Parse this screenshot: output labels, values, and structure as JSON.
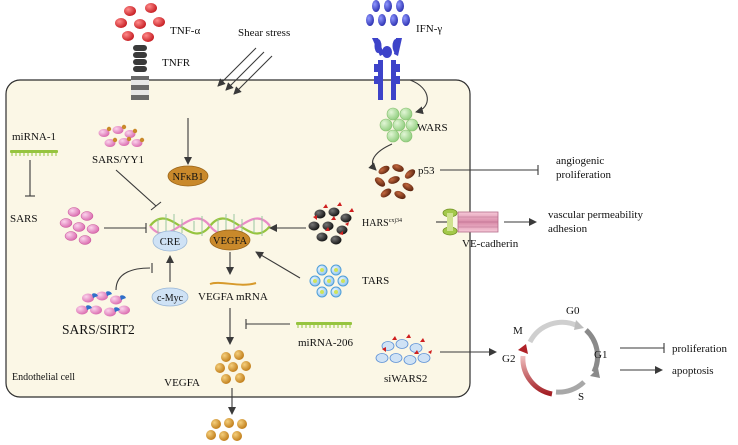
{
  "labels": {
    "tnf_alpha": "TNF-α",
    "tnfr": "TNFR",
    "shear_stress": "Shear stress",
    "ifn_gamma": "IFN-γ",
    "wars": "WARS",
    "p53": "p53",
    "angiogenic": "angiogenic",
    "proliferation_1": "proliferation",
    "mirna1": "miRNA-1",
    "sars_yy1": "SARS/YY1",
    "sars": "SARS",
    "nfkb1": "NFκB1",
    "cre": "CRE",
    "vegfa_gene": "VEGFA",
    "hars": "HARS",
    "hars_sup": "cxj34",
    "ve_cadherin": "VE-cadherin",
    "vascular_permeability": "vascular permeability",
    "adhesion": "adhesion",
    "tars": "TARS",
    "cmyc": "c-Myc",
    "vegfa_mrna": "VEGFA mRNA",
    "sars_sirt2": "SARS/SIRT2",
    "mirna206": "miRNA-206",
    "vegfa_protein": "VEGFA",
    "endothelial_cell": "Endothelial cell",
    "siwars2": "siWARS2",
    "g0": "G0",
    "m": "M",
    "g1": "G1",
    "g2": "G2",
    "s": "S",
    "proliferation_2": "proliferation",
    "apoptosis": "apoptosis"
  },
  "colors": {
    "tnf": "#d8262b",
    "ifn": "#3d43c9",
    "wars": "#a9d99a",
    "p53": "#7a3419",
    "sars": "#e98bc6",
    "hars": "#2a2a2a",
    "hars_mark": "#cf1f1f",
    "tars_ring": "#7ec0e8",
    "tars_core": "#cfe35a",
    "vegfa": "#d79a2c",
    "nfkb1": "#c9892b",
    "cre": "#cfe2f5",
    "mirna": "#96c43f",
    "vecad": "#e7a3bd",
    "sirt2": "#5a8fd6",
    "cell_bg": "#fbf7e6"
  },
  "icons": [
    "tnf-alpha-ligand-icon",
    "tnfr-receptor-icon",
    "ifn-gamma-ligand-icon",
    "ifn-receptor-icon",
    "dna-helix-icon",
    "cell-cycle-icon"
  ]
}
